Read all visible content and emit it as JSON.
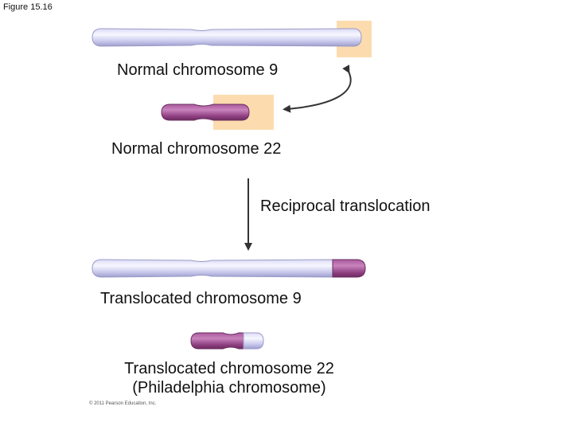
{
  "figure_label": "Figure 15.16",
  "labels": {
    "normal_9": "Normal chromosome 9",
    "normal_22": "Normal chromosome 22",
    "process": "Reciprocal translocation",
    "translocated_9": "Translocated chromosome 9",
    "translocated_22_line1": "Translocated chromosome 22",
    "translocated_22_line2": "(Philadelphia chromosome)"
  },
  "copyright": "© 2011 Pearson Education, Inc.",
  "colors": {
    "chromosome_9": "#c9c9ef",
    "chromosome_22": "#a04d91",
    "highlight": "#fcdcae",
    "arrow": "#333333"
  }
}
